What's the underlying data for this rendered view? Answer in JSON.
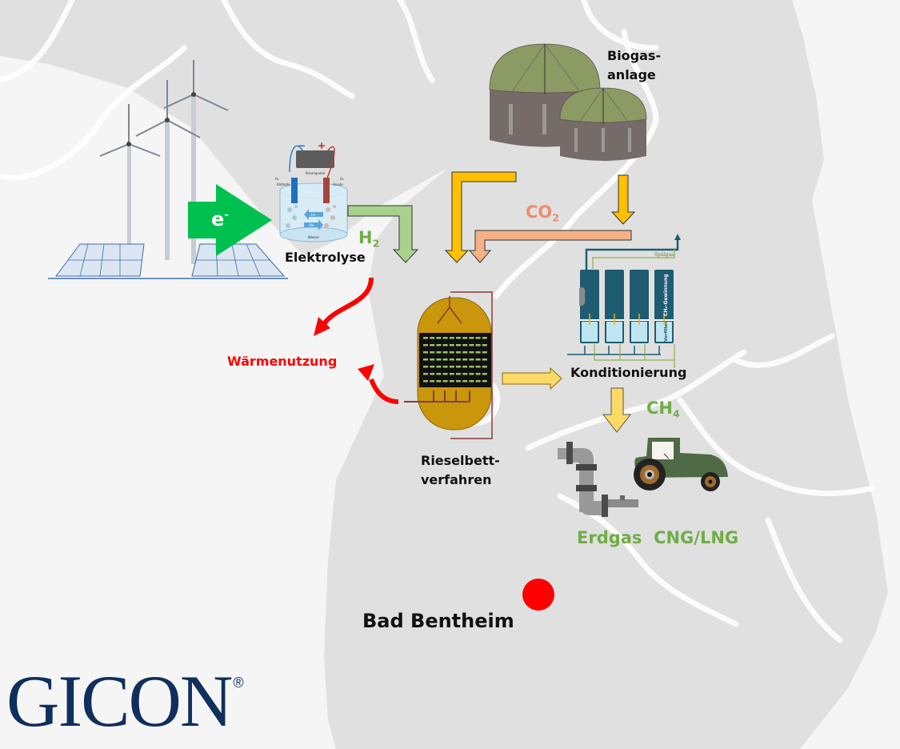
{
  "diagram": {
    "colors": {
      "background": "#f5f5f5",
      "map_region": "#e0e0e0",
      "map_lines": "#ffffff",
      "electricity_arrow": "#00c050",
      "h2_arrow": "#a9d18e",
      "biogas_arrow": "#ffc000",
      "co2_arrow": "#f4b183",
      "product_arrow": "#ffd966",
      "heat_arrow": "#ff0000",
      "label_green": "#70ad47",
      "label_red": "#ff0000",
      "label_co2": "#f08a70",
      "location_dot": "#ff0000",
      "logo": "#0f2f5c"
    },
    "electricity": {
      "symbol": "e",
      "sup": "-"
    },
    "electrolysis": {
      "label": "Elektrolyse",
      "power_source": "Stromquelle",
      "cathode": "Kathode",
      "anode": "Anode",
      "h2_out": "H₂",
      "o2_out": "O₂",
      "ion_h": "H+",
      "ion_oh": "OH-",
      "water": "Wasser",
      "minus": "−",
      "plus": "+"
    },
    "h2": {
      "main": "H",
      "sub": "2"
    },
    "co2": {
      "main": "CO",
      "sub": "2"
    },
    "ch4": {
      "main": "CH",
      "sub": "4"
    },
    "biogas": {
      "line1": "Biogas-",
      "line2": "anlage"
    },
    "reactor": {
      "line1": "Rieselbett-",
      "line2": "verfahren"
    },
    "conditioning": {
      "label": "Konditionierung",
      "purge_gas": "Spülgas",
      "methane_recovery": "CH₄-Gewinnung",
      "prefilter": "Vorfilter"
    },
    "heat_use": "Wärmenutzung",
    "products": {
      "natural_gas": "Erdgas",
      "fuel": "CNG/LNG"
    },
    "location": "Bad Bentheim",
    "logo": {
      "text": "GICON",
      "mark": "®"
    }
  }
}
